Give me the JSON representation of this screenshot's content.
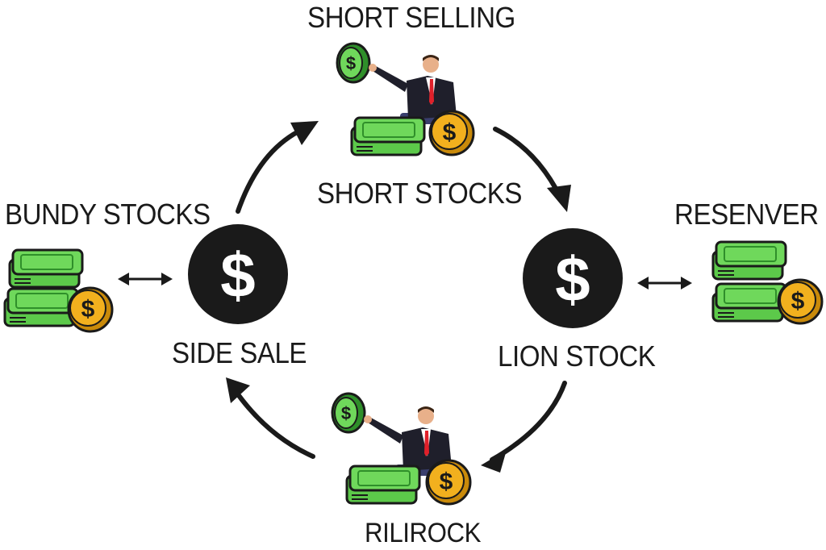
{
  "labels": {
    "top_title": "SHORT SELLING",
    "top_sub": "SHORT STOCKS",
    "left_title": "BUNDY STOCKS",
    "left_node": "SIDE SALE",
    "right_title": "RESENVER",
    "right_node": "LION STOCK",
    "bottom_label": "RILIROCK"
  },
  "node_symbol": "$",
  "coin_symbol": "$",
  "colors": {
    "ink": "#1a1a1a",
    "cash_green": "#5cc94a",
    "cash_dark": "#2f8f2a",
    "coin_gold": "#f2b01e",
    "coin_edge": "#c98a0a",
    "suit": "#1f1f2b",
    "tie": "#e0202a",
    "skin": "#e8b08a"
  },
  "icons": [
    "dollar-node-icon",
    "cash-stack-icon",
    "gold-coin-icon",
    "businessman-icon",
    "cycle-arrow-icon",
    "double-arrow-icon"
  ]
}
